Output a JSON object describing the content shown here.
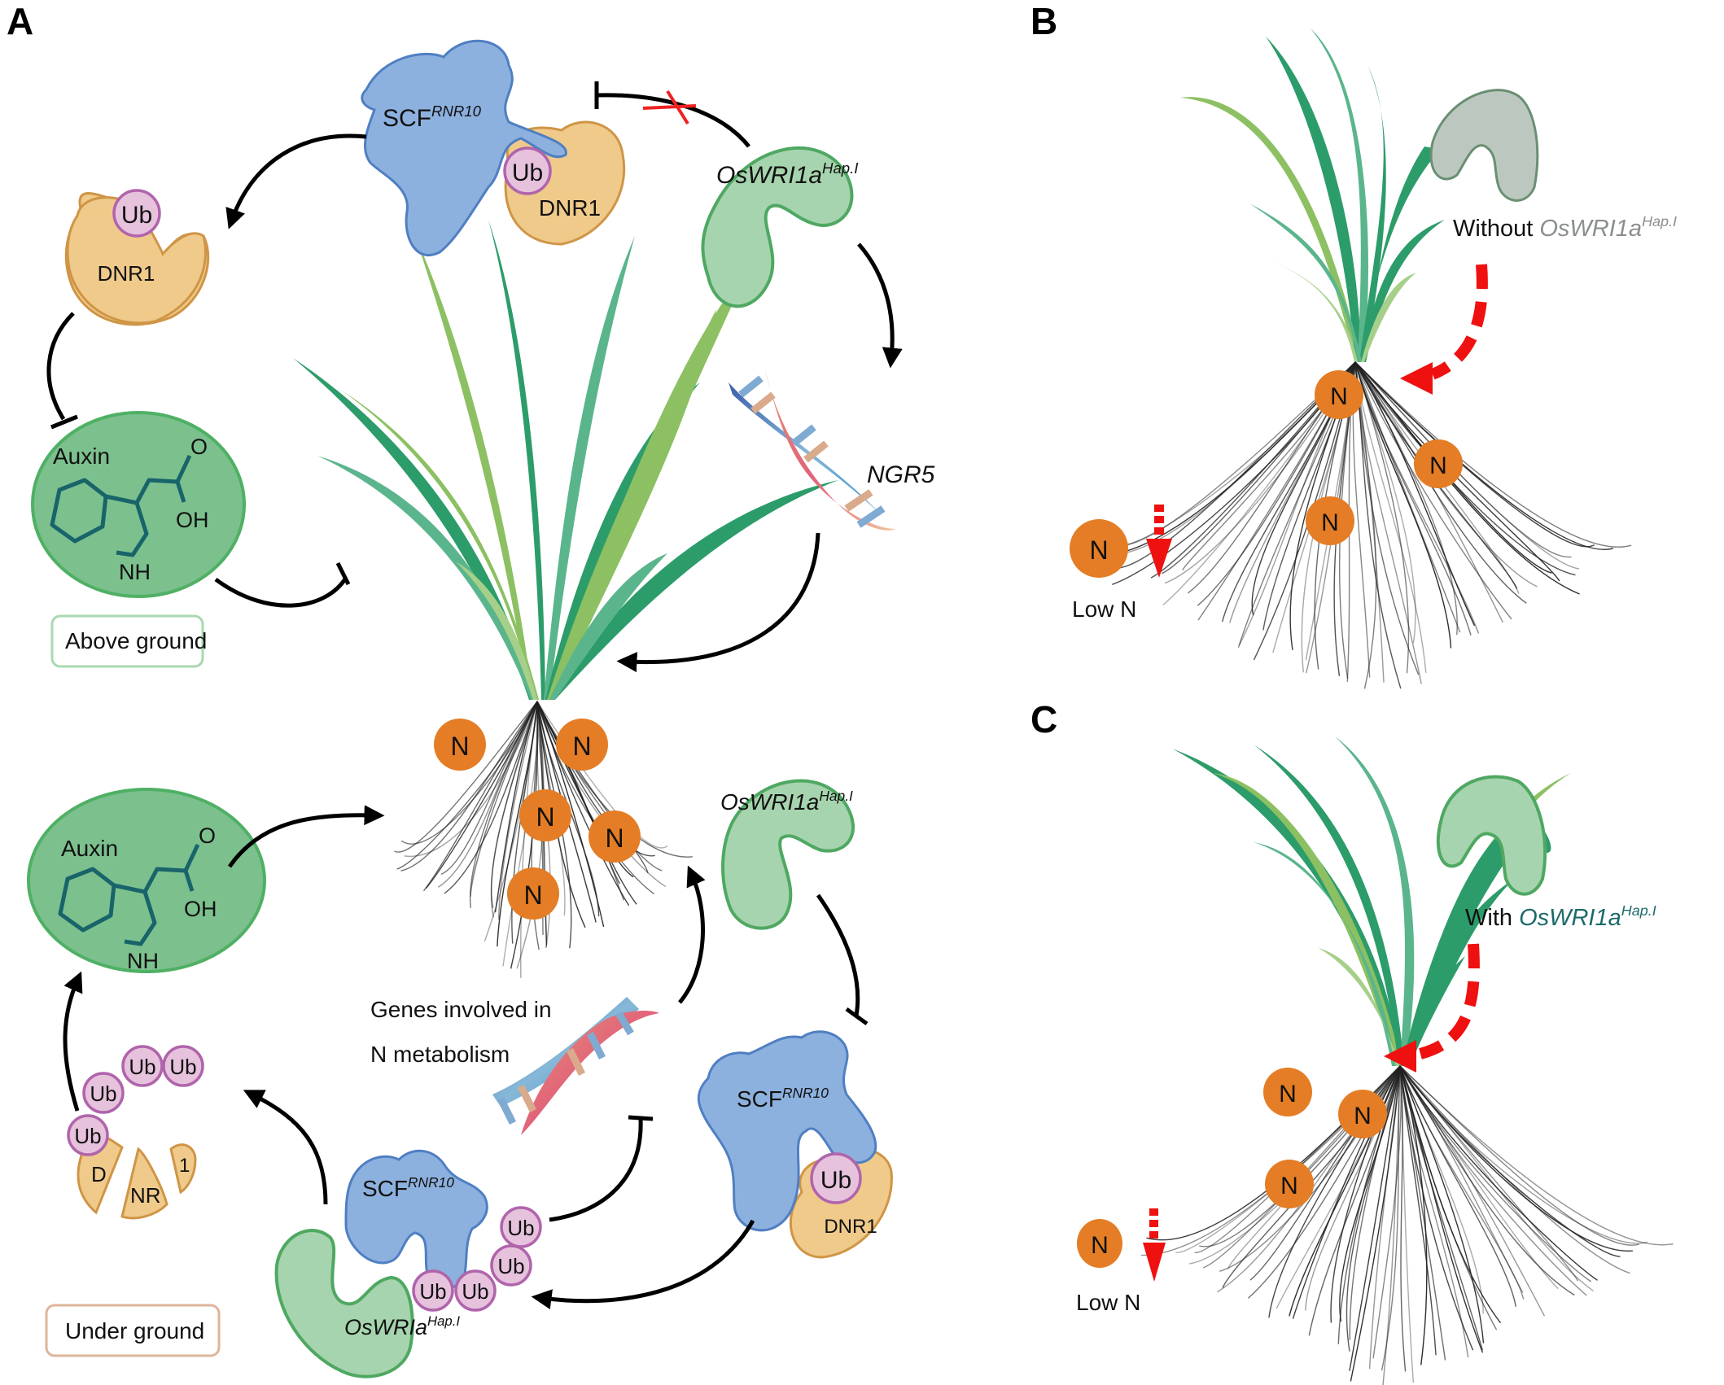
{
  "panels": {
    "a": "A",
    "b": "B",
    "c": "C"
  },
  "panel_a": {
    "top_scf": {
      "base": "SCF",
      "sup": "RNR10"
    },
    "top_ub": "Ub",
    "top_dnr1": "DNR1",
    "left_ub": "Ub",
    "left_dnr1": "DNR1",
    "top_wri": {
      "base": "OsWRI1a",
      "sup": "Hap.I"
    },
    "ngr5": "NGR5",
    "auxin_top": {
      "label": "Auxin",
      "o": "O",
      "oh": "OH",
      "nh": "NH"
    },
    "above_ground": "Above ground",
    "n_label": "N",
    "auxin_bottom": {
      "label": "Auxin",
      "o": "O",
      "oh": "OH",
      "nh": "NH"
    },
    "right_wri": {
      "base": "OsWRI1a",
      "sup": "Hap.I"
    },
    "genes_line1": "Genes involved in",
    "genes_line2": "N metabolism",
    "chain_ub": [
      "Ub",
      "Ub",
      "Ub",
      "Ub"
    ],
    "fragments": [
      "D",
      "NR",
      "1"
    ],
    "bottom_scf": {
      "base": "SCF",
      "sup": "RNR10"
    },
    "bottom_ubs": [
      "Ub",
      "Ub",
      "Ub",
      "Ub"
    ],
    "bottom_wri": {
      "base": "OsWRIa",
      "sup": "Hap.I"
    },
    "under_ground": "Under ground",
    "right_scf": {
      "base": "SCF",
      "sup": "RNR10"
    },
    "right_ub": "Ub",
    "right_dnr1": "DNR1"
  },
  "panel_b": {
    "caption_prefix": "Without ",
    "caption_gene": {
      "base": "OsWRI1a",
      "sup": "Hap.I"
    },
    "low_n": "Low N",
    "n_label": "N"
  },
  "panel_c": {
    "caption_prefix": "With ",
    "caption_gene": {
      "base": "OsWRI1a",
      "sup": "Hap.I"
    },
    "low_n": "Low N",
    "n_label": "N"
  },
  "colors": {
    "scf_blue": "#8db1de",
    "dnr1_orange": "#efca8a",
    "ub_pink": "#e6c2dd",
    "wri_green": "#a6d4ae",
    "wri_grey": "#bcc8bf",
    "nitrogen_orange": "#e47d25",
    "red_arrow": "#ef1010",
    "gene_text_grey": "#8a8f8c",
    "gene_text_teal": "#1c6a6a"
  }
}
